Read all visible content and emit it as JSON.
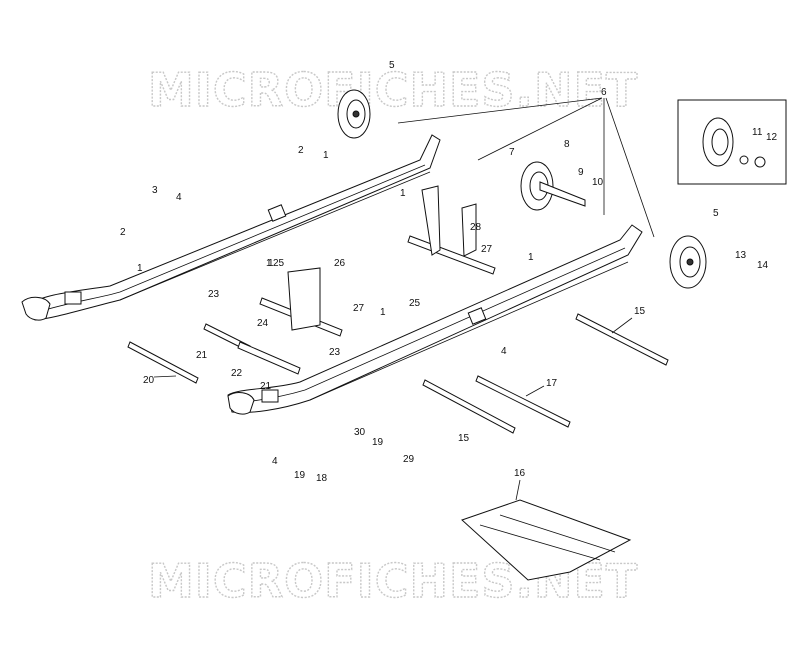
{
  "watermark": "MICROFICHES.NET",
  "callouts": {
    "c1": "1",
    "c2": "1",
    "c3": "1",
    "c4": "1",
    "c5": "1",
    "c6": "1",
    "c7": "1",
    "c8": "2",
    "c9": "2",
    "c10": "3",
    "c11": "4",
    "c12": "4",
    "c13": "4",
    "c14": "5",
    "c15": "5",
    "c16": "6",
    "c17": "7",
    "c18": "8",
    "c19": "9",
    "c20": "10",
    "c21": "11",
    "c22": "12",
    "c23": "13",
    "c24": "14",
    "c25": "15",
    "c26": "15",
    "c27": "16",
    "c28": "17",
    "c29": "18",
    "c30": "19",
    "c31": "19",
    "c32": "20",
    "c33": "21",
    "c34": "21",
    "c35": "22",
    "c36": "23",
    "c37": "23",
    "c38": "24",
    "c39": "25",
    "c40": "25",
    "c41": "26",
    "c42": "27",
    "c43": "27",
    "c44": "28",
    "c45": "29",
    "c46": "30"
  }
}
